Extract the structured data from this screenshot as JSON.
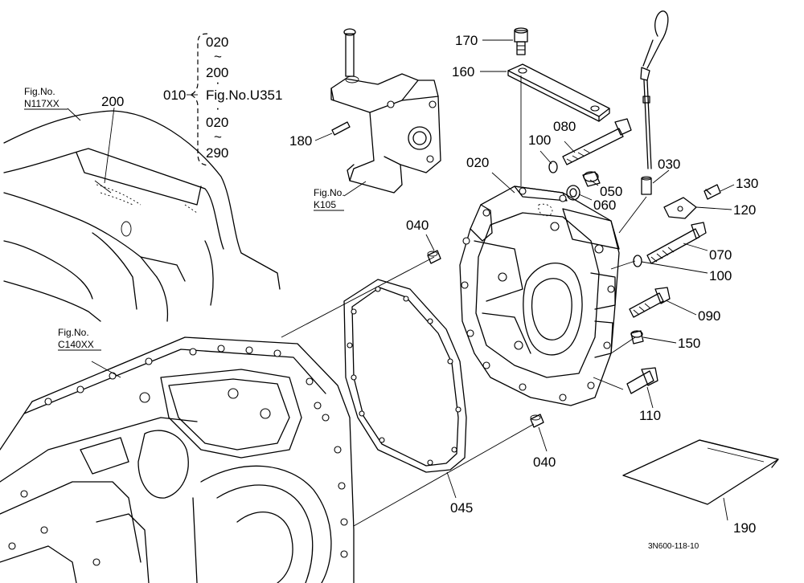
{
  "callouts": {
    "c020a": "020",
    "tilde1": "~",
    "c200a": "200",
    "c010": "010",
    "figU351": "Fig.No.U351",
    "c020b": "020",
    "tilde2": "~",
    "c290": "290",
    "c170": "170",
    "c160": "160",
    "c080": "080",
    "c100a": "100",
    "c020c": "020",
    "c030": "030",
    "c050": "050",
    "c060": "060",
    "c130": "130",
    "c120": "120",
    "c070": "070",
    "c100b": "100",
    "c090": "090",
    "c150": "150",
    "c110": "110",
    "c040a": "040",
    "c040b": "040",
    "c045": "045",
    "c190": "190",
    "c180": "180",
    "c200b": "200"
  },
  "references": {
    "n117_fig": "Fig.No.",
    "n117_num": "N117XX",
    "k105_fig": "Fig.No.",
    "k105_num": "K105",
    "c140_fig": "Fig.No.",
    "c140_num": "C140XX"
  },
  "drawing_code": "3N600-118-10"
}
